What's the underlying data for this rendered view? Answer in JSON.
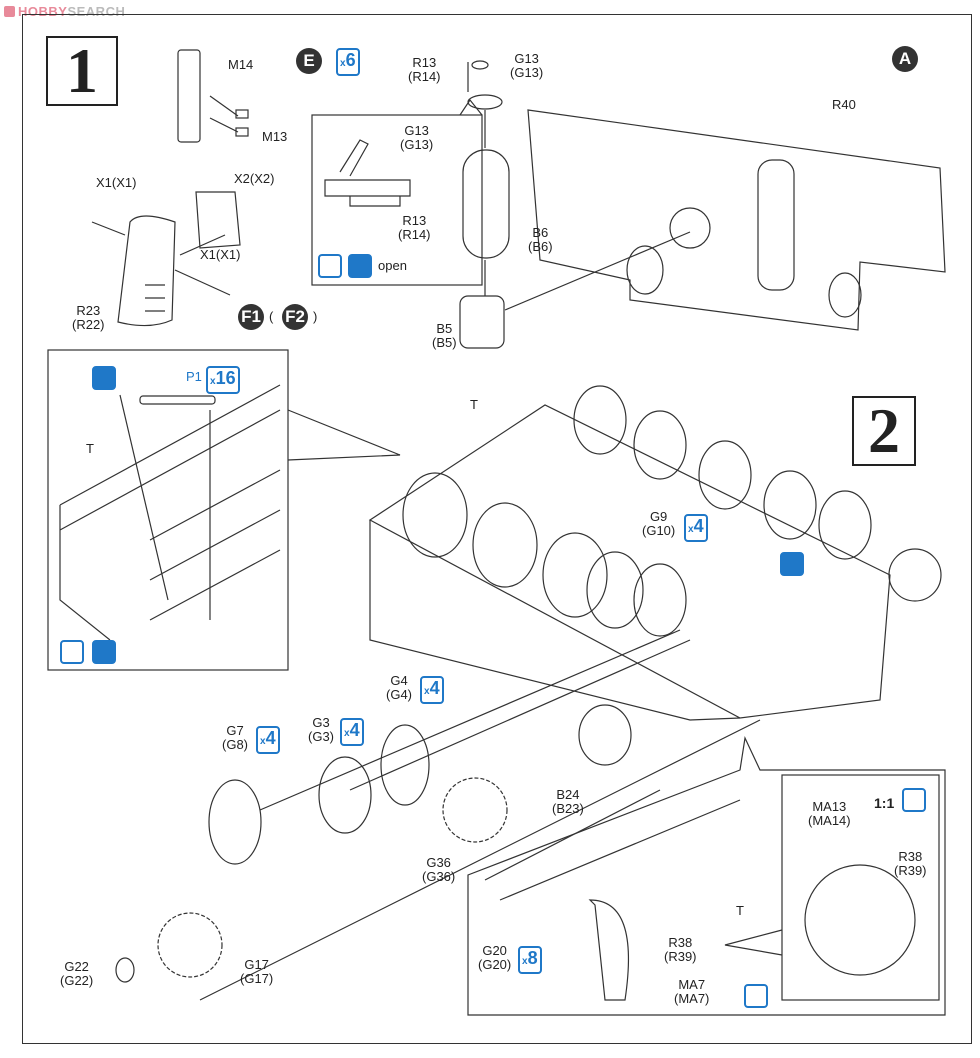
{
  "watermark": {
    "brand": "HOBBY",
    "suffix": "SEARCH"
  },
  "step1": {
    "number": "1",
    "sprue_E": {
      "letter": "E",
      "quantity": "6"
    },
    "sprue_A": {
      "letter": "A"
    },
    "sprues_F": {
      "f1": "F1",
      "open_paren": "(",
      "f2": "F2",
      "close_paren": ")"
    },
    "labels": {
      "m14": "M14",
      "m13": "M13",
      "x1_left": "X1(X1)",
      "x2": "X2(X2)",
      "x1_right": "X1(X1)",
      "r23": [
        "R23",
        "(R22)"
      ],
      "r13_top": [
        "R13",
        "(R14)"
      ],
      "g13_top": [
        "G13",
        "(G13)"
      ],
      "g13_inset": [
        "G13",
        "(G13)"
      ],
      "r13_inset": [
        "R13",
        "(R14)"
      ],
      "open": "open",
      "b6": [
        "B6",
        "(B6)"
      ],
      "b5": [
        "B5",
        "(B5)"
      ],
      "r40": "R40"
    }
  },
  "step2": {
    "number": "2",
    "inset_left": {
      "p1": "P1",
      "p1_quantity": "16",
      "t": "T"
    },
    "labels": {
      "t_hull": "T",
      "g9": [
        "G9",
        "(G10)"
      ],
      "g9_quantity": "4",
      "g4": [
        "G4",
        "(G4)"
      ],
      "g4_quantity": "4",
      "g3": [
        "G3",
        "(G3)"
      ],
      "g3_quantity": "4",
      "g7": [
        "G7",
        "(G8)"
      ],
      "g7_quantity": "4",
      "b24": [
        "B24",
        "(B23)"
      ],
      "g36": [
        "G36",
        "(G36)"
      ],
      "g17": [
        "G17",
        "(G17)"
      ],
      "g22": [
        "G22",
        "(G22)"
      ]
    },
    "inset_right": {
      "g20": [
        "G20",
        "(G20)"
      ],
      "g20_quantity": "8",
      "r38": [
        "R38",
        "(R39)"
      ],
      "ma7": [
        "MA7",
        "(MA7)"
      ],
      "t": "T",
      "detail": {
        "scale": "1:1",
        "ma13": [
          "MA13",
          "(MA14)"
        ],
        "r38": [
          "R38",
          "(R39)"
        ]
      }
    }
  },
  "colors": {
    "accent_blue": "#1f78c8",
    "ink": "#222222",
    "watermark_pink": "#e88a9a"
  }
}
